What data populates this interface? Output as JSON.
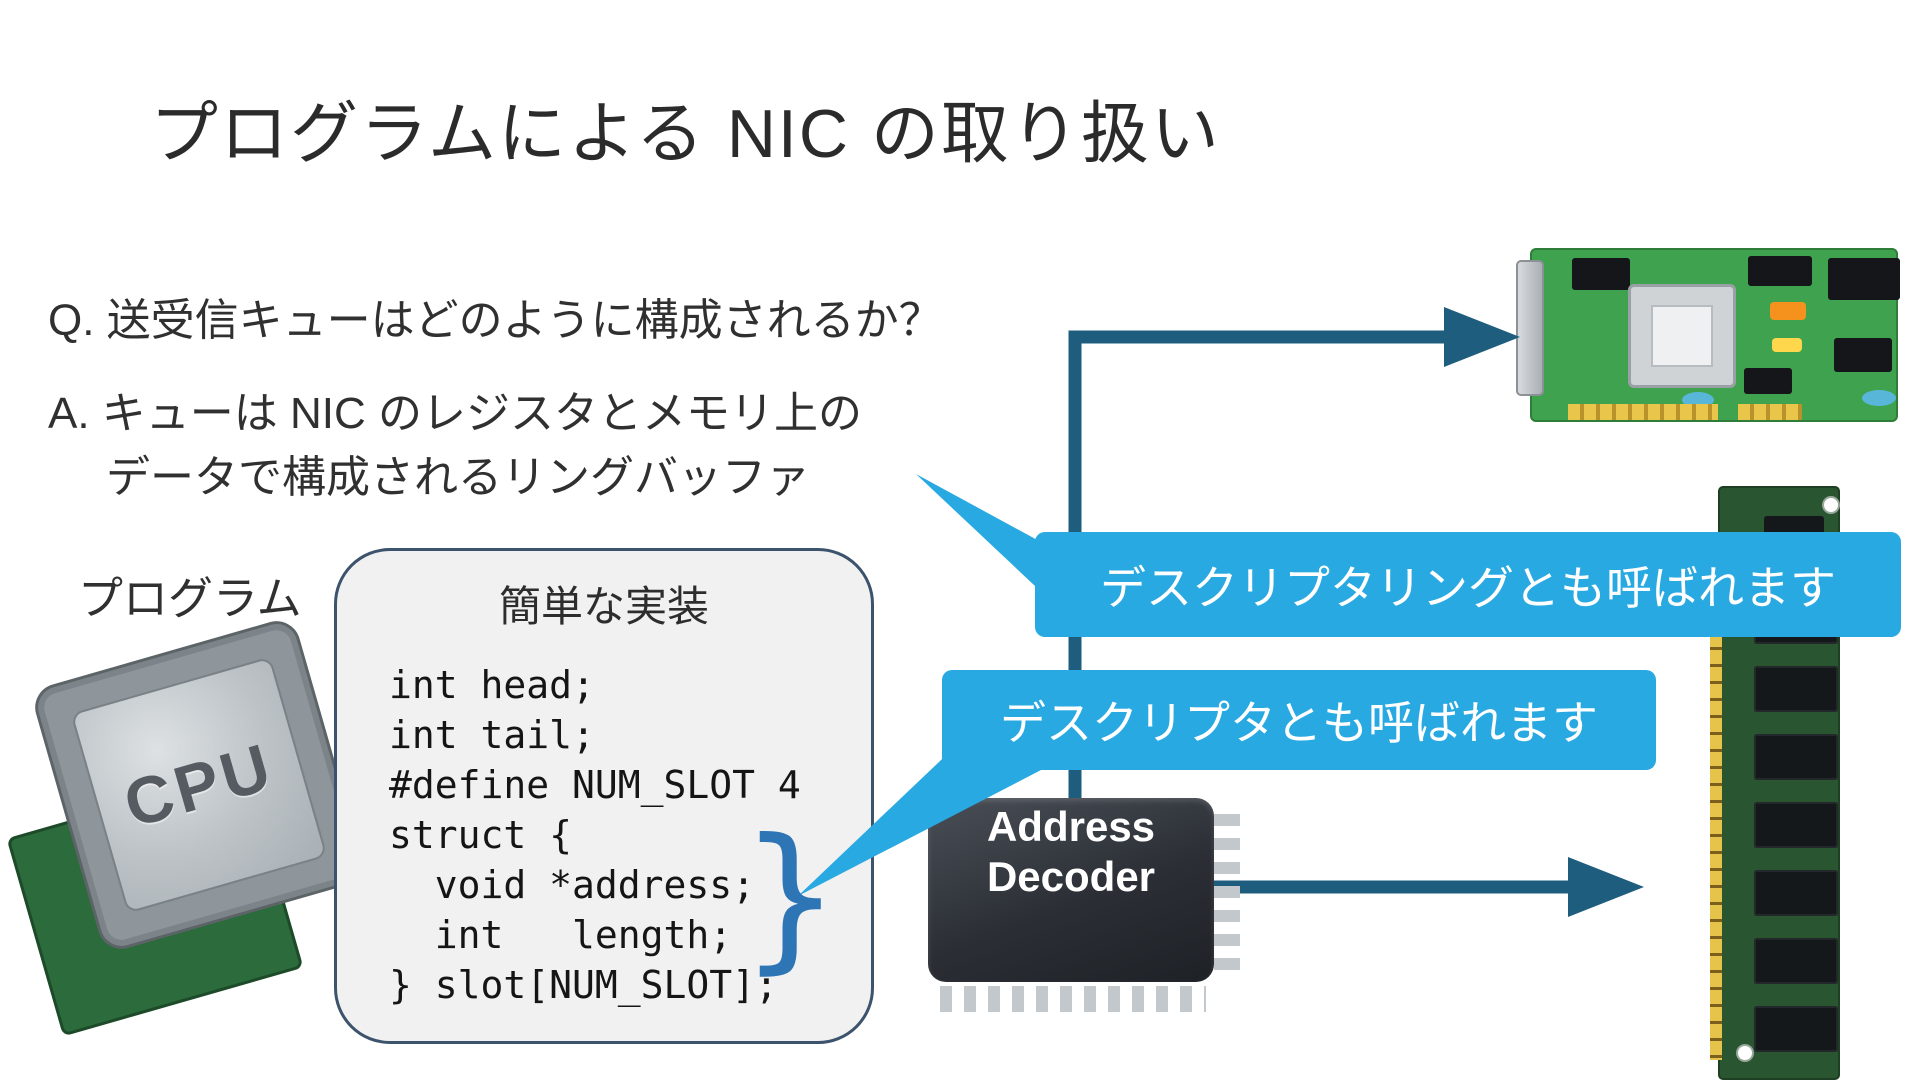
{
  "slide": {
    "title": "プログラムによる NIC の取り扱い",
    "question": "Q. 送受信キューはどのように構成されるか？",
    "answer": {
      "line1": "A. キューは NIC のレジスタとメモリ上の",
      "line2": "データで構成されるリングバッファ"
    },
    "program_label": "プログラム",
    "bubble": {
      "title": "簡単な実装",
      "code_lines": [
        "int head;",
        "int tail;",
        "#define NUM_SLOT 4",
        "struct {",
        "  void *address;",
        "  int   length;",
        "} slot[NUM_SLOT];"
      ]
    },
    "brace_glyph": "}",
    "callouts": {
      "ring_label": "デスクリプタリングとも呼ばれます",
      "descriptor_label": "デスクリプタとも呼ばれます"
    },
    "address_decoder": {
      "line1": "Address",
      "line2": "Decoder"
    },
    "cpu_label": "CPU",
    "colors": {
      "arrow": "#1e5d7d",
      "callout_blue": "#29a9e1",
      "bubble_border": "#3c536d",
      "brace_blue": "#2e75b6",
      "nic_green": "#3fa24e",
      "ram_green": "#2a5531"
    }
  }
}
